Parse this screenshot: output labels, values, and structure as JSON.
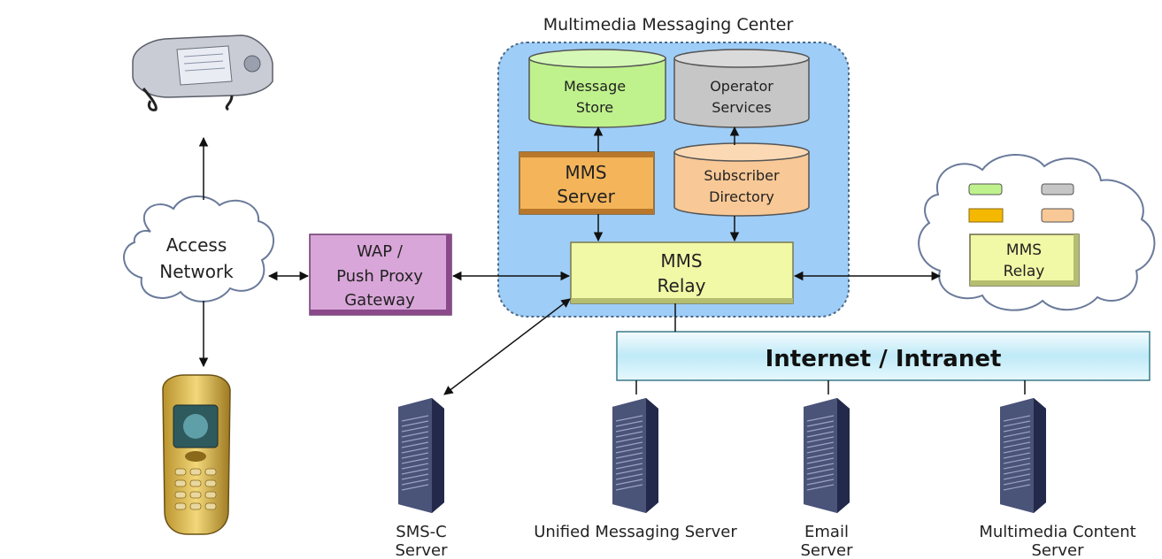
{
  "header": {
    "title": "Multimedia Messaging Center"
  },
  "mmsc": {
    "message_store": [
      "Message",
      "Store"
    ],
    "operator_services": [
      "Operator",
      "Services"
    ],
    "mms_server": [
      "MMS",
      "Server"
    ],
    "subscriber_directory": [
      "Subscriber",
      "Directory"
    ],
    "mms_relay": [
      "MMS",
      "Relay"
    ]
  },
  "access_network": [
    "Access",
    "Network"
  ],
  "wap_gateway": [
    "WAP /",
    "Push Proxy",
    "Gateway"
  ],
  "remote_relay": [
    "MMS",
    "Relay"
  ],
  "internet": {
    "label": "Internet / Intranet"
  },
  "servers": {
    "smsc": [
      "SMS-C",
      "Server"
    ],
    "unified": [
      "Unified Messaging Server"
    ],
    "email": [
      "Email",
      "Server"
    ],
    "content": [
      "Multimedia Content",
      "Server"
    ]
  },
  "colors": {
    "mmsc_bg": "#9ecdf7",
    "message_store": "#bff28c",
    "operator_services": "#c6c6c6",
    "mms_server": "#f4b55a",
    "subscriber_directory": "#f8c896",
    "relay": "#f1f8a6",
    "wap": "#d9a6d9",
    "internet": "#cfeff8"
  },
  "icons": [
    "pda-device-icon",
    "mobile-phone-icon",
    "server-tower-icon",
    "cloud-icon"
  ]
}
